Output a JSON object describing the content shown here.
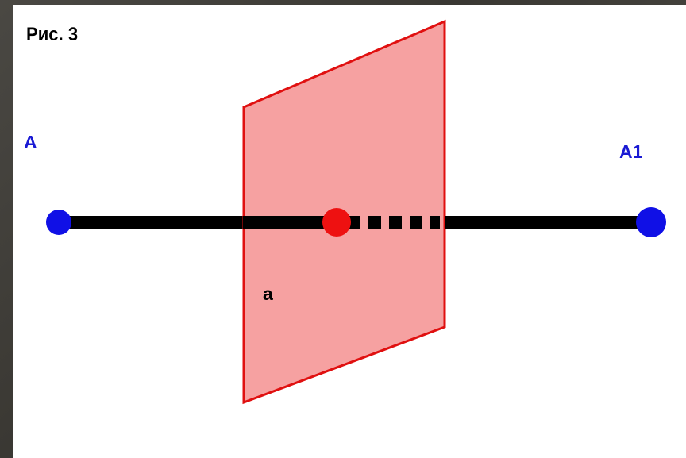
{
  "figure": {
    "caption": "Рис. 3",
    "point_a_label": "A",
    "point_a1_label": "A1",
    "plane_label": "a"
  },
  "colors": {
    "plane_fill": "#f6a1a1",
    "plane_stroke": "#e01010",
    "segment": "#000000",
    "endpoint": "#1010e6",
    "intersection_point": "#ee1111",
    "label_blue": "#1a1ad4"
  }
}
